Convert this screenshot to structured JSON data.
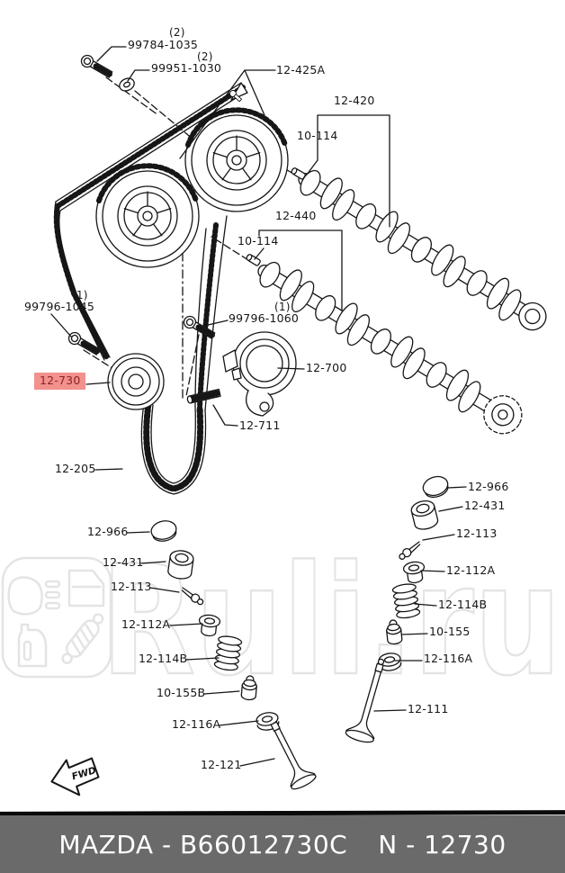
{
  "page": {
    "background": "#ffffff"
  },
  "watermark": {
    "text": "Ruli.ru",
    "color": "#e4e4e4"
  },
  "fwd": {
    "label": "FWD"
  },
  "highlight": {
    "part": "12-730",
    "bg": "#f2918e",
    "fg": "#8b2322"
  },
  "footer": {
    "left": "MAZDA - B66012730C",
    "right": "N - 12730",
    "bar_color": "#6a6a6a",
    "text_color": "#ffffff"
  },
  "labels": {
    "bolt_99784": {
      "qty": "(2)",
      "text": "99784-1035"
    },
    "washer_99951": {
      "qty": "(2)",
      "text": "99951-1030"
    },
    "pulley_12_425a": {
      "text": "12-425A"
    },
    "camshaft_12_420": {
      "text": "12-420"
    },
    "pin_10_114_a": {
      "text": "10-114"
    },
    "camshaft_12_440": {
      "text": "12-440"
    },
    "pin_10_114_b": {
      "text": "10-114"
    },
    "bolt_99796_1045": {
      "qty": "(1)",
      "text": "99796-1045"
    },
    "tensioner_12_730": {
      "text": "12-730"
    },
    "bolt_99796_1060": {
      "qty": "(1)",
      "text": "99796-1060"
    },
    "tensioner_12_700": {
      "text": "12-700"
    },
    "stud_12_711": {
      "text": "12-711"
    },
    "belt_12_205": {
      "text": "12-205"
    },
    "left_12_966": {
      "text": "12-966"
    },
    "left_12_431": {
      "text": "12-431"
    },
    "left_12_113": {
      "text": "12-113"
    },
    "left_12_112a": {
      "text": "12-112A"
    },
    "left_12_114b": {
      "text": "12-114B"
    },
    "left_10_155b": {
      "text": "10-155B"
    },
    "left_12_116a": {
      "text": "12-116A"
    },
    "left_12_121": {
      "text": "12-121"
    },
    "right_12_966": {
      "text": "12-966"
    },
    "right_12_431": {
      "text": "12-431"
    },
    "right_12_113": {
      "text": "12-113"
    },
    "right_12_112a": {
      "text": "12-112A"
    },
    "right_12_114b": {
      "text": "12-114B"
    },
    "right_10_155": {
      "text": "10-155"
    },
    "right_12_116a": {
      "text": "12-116A"
    },
    "right_12_111": {
      "text": "12-111"
    }
  }
}
